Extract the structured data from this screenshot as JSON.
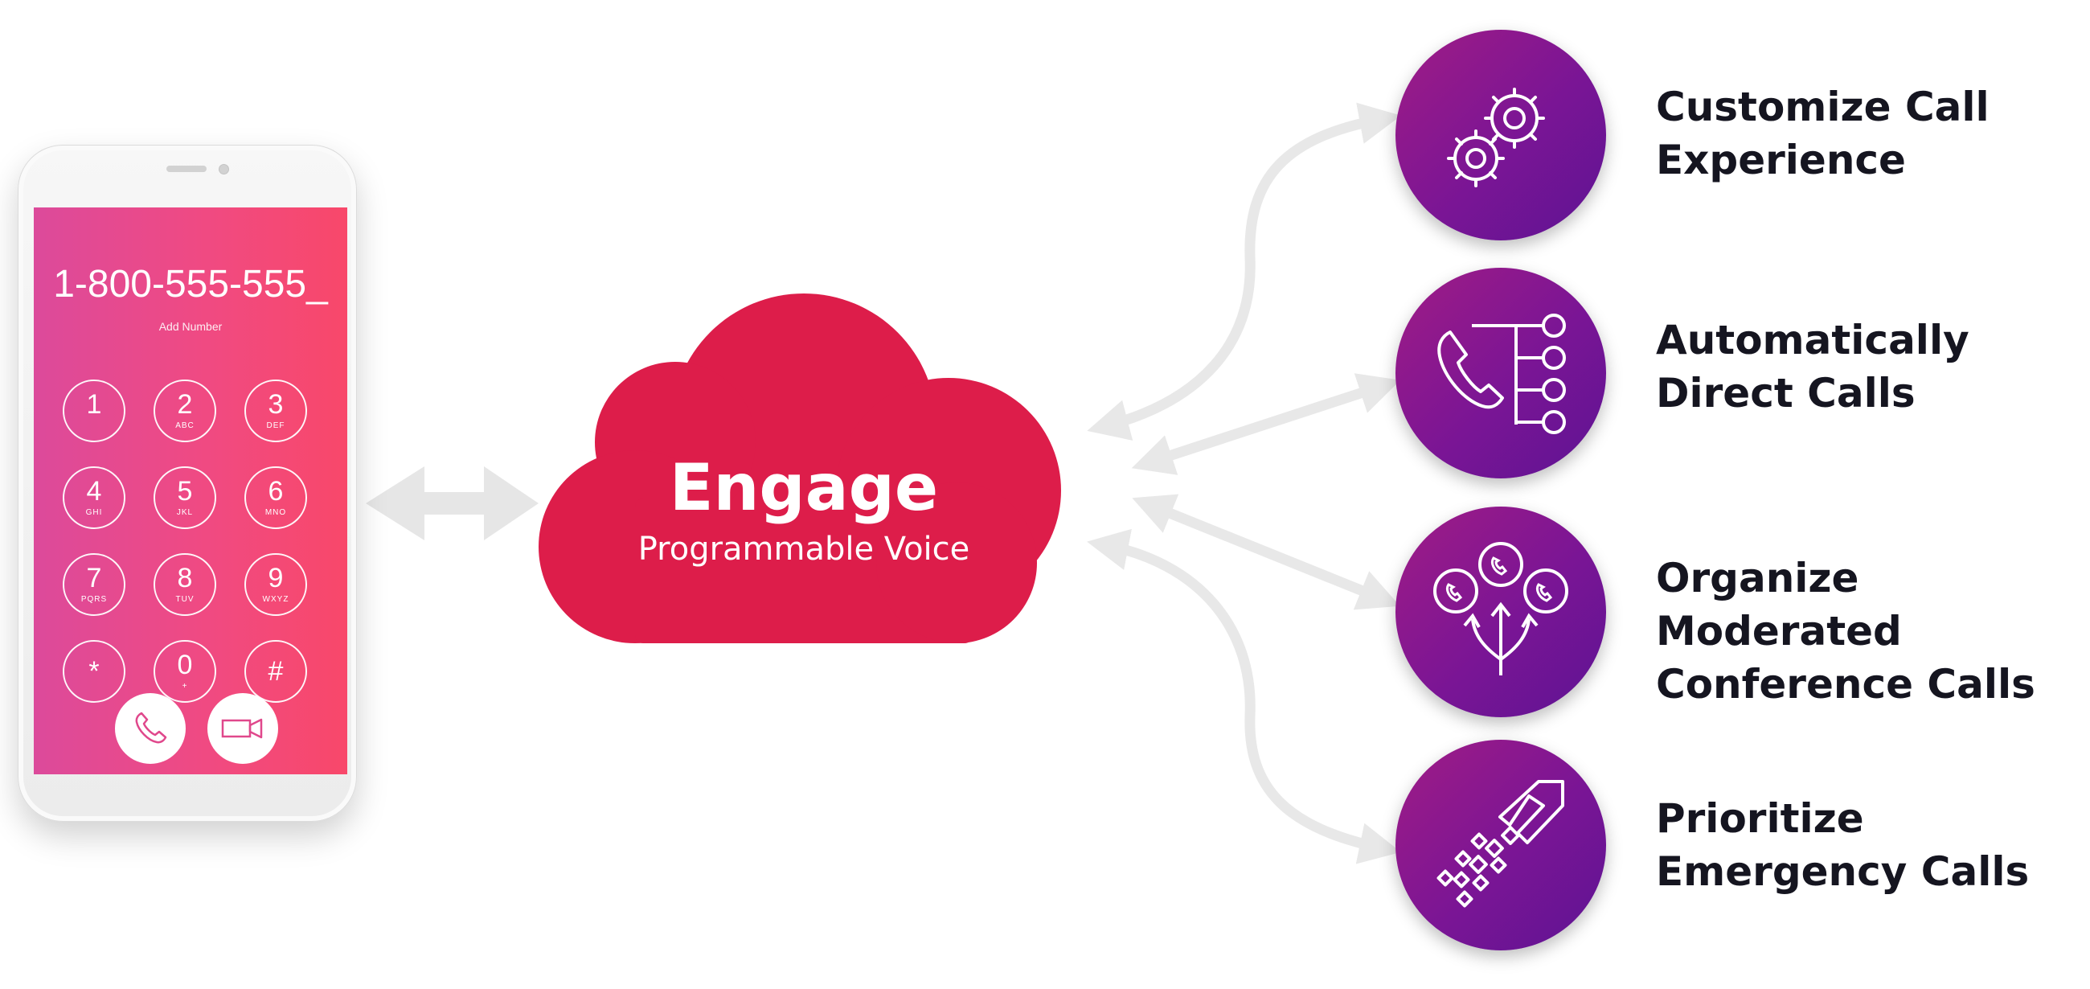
{
  "phone": {
    "dialed_number": "1-800-555-555_",
    "add_number_label": "Add Number",
    "keypad": [
      {
        "digit": "1",
        "letters": ""
      },
      {
        "digit": "2",
        "letters": "ABC"
      },
      {
        "digit": "3",
        "letters": "DEF"
      },
      {
        "digit": "4",
        "letters": "GHI"
      },
      {
        "digit": "5",
        "letters": "JKL"
      },
      {
        "digit": "6",
        "letters": "MNO"
      },
      {
        "digit": "7",
        "letters": "PQRS"
      },
      {
        "digit": "8",
        "letters": "TUV"
      },
      {
        "digit": "9",
        "letters": "WXYZ"
      },
      {
        "digit": "*",
        "letters": ""
      },
      {
        "digit": "0",
        "letters": "+"
      },
      {
        "digit": "#",
        "letters": ""
      }
    ],
    "call_icon": "phone-handset-icon",
    "video_icon": "video-camera-icon"
  },
  "cloud": {
    "title": "Engage",
    "subtitle": "Programmable Voice"
  },
  "features": [
    {
      "icon": "gears-icon",
      "line1": "Customize Call",
      "line2": "Experience"
    },
    {
      "icon": "call-routing-icon",
      "line1": "Automatically",
      "line2": "Direct Calls"
    },
    {
      "icon": "conference-calls-icon",
      "line1": "Organize Moderated",
      "line2": "Conference Calls"
    },
    {
      "icon": "priority-arrow-icon",
      "line1": "Prioritize",
      "line2": "Emergency Calls"
    }
  ],
  "colors": {
    "cloud": "#dd1d4a",
    "feature_circle_start": "#a01c85",
    "feature_circle_end": "#5e1493",
    "phone_screen_start": "#dc4a9b",
    "phone_screen_end": "#f8486a",
    "arrow": "#e8e8e8",
    "label_text": "#151520"
  }
}
